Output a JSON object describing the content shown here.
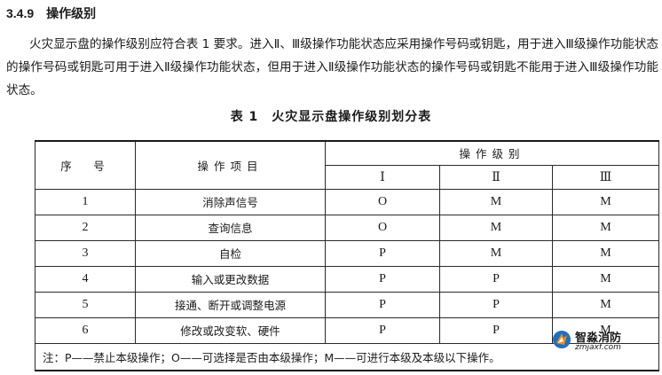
{
  "section": {
    "number": "3.4.9",
    "title": "操作级别"
  },
  "paragraph": "火灾显示盘的操作级别应符合表 1 要求。进入Ⅱ、Ⅲ级操作功能状态应采用操作号码或钥匙，用于进入Ⅲ级操作功能状态的操作号码或钥匙可用于进入Ⅱ级操作功能状态，但用于进入Ⅱ级操作功能状态的操作号码或钥匙不能用于进入Ⅲ级操作功能状态。",
  "table": {
    "caption": "表 1　火灾显示盘操作级别划分表",
    "headers": {
      "seq": "序　号",
      "item": "操作项目",
      "level_group": "操作级别",
      "levels": [
        "Ⅰ",
        "Ⅱ",
        "Ⅲ"
      ]
    },
    "rows": [
      {
        "seq": "1",
        "item": "消除声信号",
        "l1": "O",
        "l2": "M",
        "l3": "M"
      },
      {
        "seq": "2",
        "item": "查询信息",
        "l1": "O",
        "l2": "M",
        "l3": "M"
      },
      {
        "seq": "3",
        "item": "自检",
        "l1": "P",
        "l2": "M",
        "l3": "M"
      },
      {
        "seq": "4",
        "item": "输入或更改数据",
        "l1": "P",
        "l2": "P",
        "l3": "M"
      },
      {
        "seq": "5",
        "item": "接通、断开或调整电源",
        "l1": "P",
        "l2": "P",
        "l3": "M"
      },
      {
        "seq": "6",
        "item": "修改或改变软、硬件",
        "l1": "P",
        "l2": "P",
        "l3": "M"
      }
    ],
    "note": "注：P——禁止本级操作；O——可选择是否由本级操作；M——可进行本级及本级以下操作。"
  },
  "watermark": {
    "title": "智淼消防",
    "site": "zmjaxf.com"
  },
  "colors": {
    "text": "#1a1a1a",
    "rule": "#2a2a2a",
    "logo_blue": "#1f6fc0",
    "logo_orange": "#f08a1c"
  }
}
